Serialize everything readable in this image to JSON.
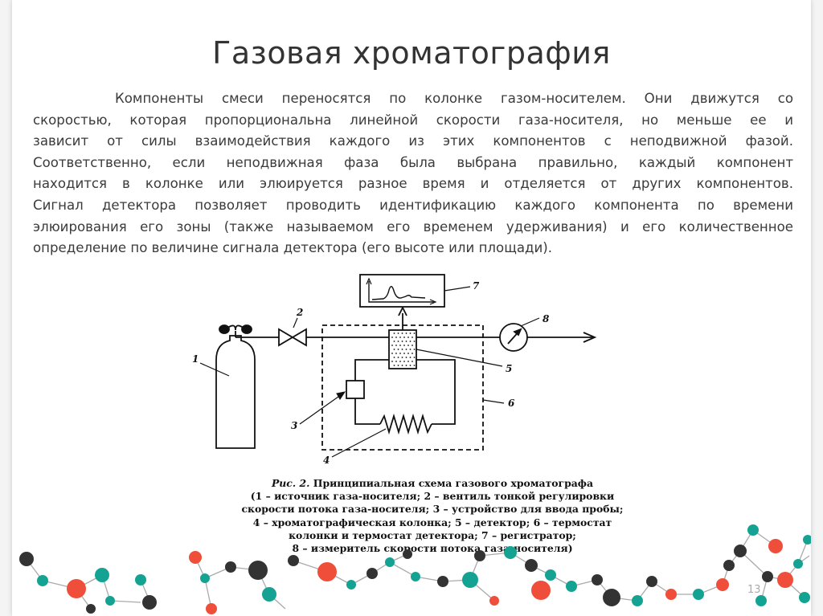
{
  "slide": {
    "title": "Газовая хроматография",
    "paragraph_lines": [
      "Компоненты смеси переносятся по колонке газом-носителем. Они движутся со",
      "скоростью, которая пропорциональна линейной скорости газа-носителя, но меньше ее и",
      "зависит от силы взаимодействия каждого из этих компонентов с неподвижной фазой.",
      "Соответственно, если неподвижная фаза была выбрана правильно, каждый компонент",
      "находится в колонке или элюируется разное время и отделяется от других компонентов.",
      "Сигнал детектора позволяет проводить идентификацию каждого компонента по времени",
      "элюирования его зоны (также называемом его временем удерживания) и его количественное",
      "определение по величине сигнала детектора (его высоте или площади)."
    ],
    "page_number": "13"
  },
  "diagram": {
    "labels": {
      "n1": "1",
      "n2": "2",
      "n3": "3",
      "n4": "4",
      "n5": "5",
      "n6": "6",
      "n7": "7",
      "n8": "8"
    }
  },
  "caption": {
    "ref": "Рис. 2.",
    "title": "Принципиальная схема газового хроматографа",
    "lines": [
      "(1 – источник газа-носителя; 2 – вентиль тонкой регулировки",
      "скорости потока газа-носителя; 3 – устройство для ввода пробы;",
      "4 – хроматографическая колонка; 5 – детектор; 6 – термостат",
      "колонки и термостат детектора; 7 – регистратор;",
      "8 – измеритель скорости потока газа-носителя)"
    ]
  },
  "colors": {
    "accent_red": "#ef4e3a",
    "accent_teal": "#14a392",
    "node_dark": "#333333",
    "bond_gray": "#aaaaaa"
  }
}
